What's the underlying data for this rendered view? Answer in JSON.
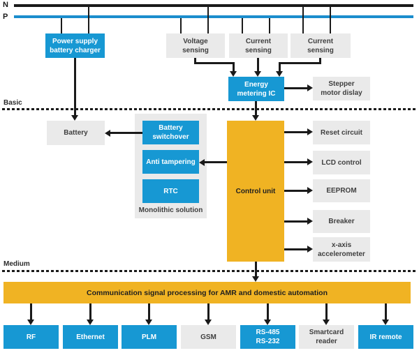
{
  "diagram": {
    "mains": {
      "n_label": "N",
      "p_label": "P"
    },
    "zones": {
      "basic_label": "Basic",
      "medium_label": "Medium"
    },
    "blocks": {
      "power_supply": "Power supply\nbattery charger",
      "voltage_sensing": "Voltage\nsensing",
      "current_sensing_1": "Current\nsensing",
      "current_sensing_2": "Current\nsensing",
      "energy_metering_ic": "Energy\nmetering IC",
      "stepper_motor_display": "Stepper\nmotor dislay",
      "battery": "Battery",
      "battery_switchover": "Battery\nswitchover",
      "anti_tampering": "Anti tampering",
      "rtc": "RTC",
      "monolithic_caption": "Monolithic solution",
      "control_unit": "Control unit"
    },
    "peripherals": [
      "Reset circuit",
      "LCD control",
      "EEPROM",
      "Breaker",
      "x-axis\naccelerometer"
    ],
    "comm_bar_label": "Communication signal processing for AMR and domestic automation",
    "interfaces": [
      {
        "label": "RF",
        "type": "blue"
      },
      {
        "label": "Ethernet",
        "type": "blue"
      },
      {
        "label": "PLM",
        "type": "blue"
      },
      {
        "label": "GSM",
        "type": "gray"
      },
      {
        "label": "RS-485\nRS-232",
        "type": "blue"
      },
      {
        "label": "Smartcard\nreader",
        "type": "gray"
      },
      {
        "label": "IR remote",
        "type": "blue"
      }
    ],
    "colors": {
      "block_blue": "#1798d3",
      "block_orange": "#f0b323",
      "block_gray": "#eaeaea",
      "line_black": "#1a1a1a",
      "phase_line_blue": "#1b8dcd"
    }
  }
}
